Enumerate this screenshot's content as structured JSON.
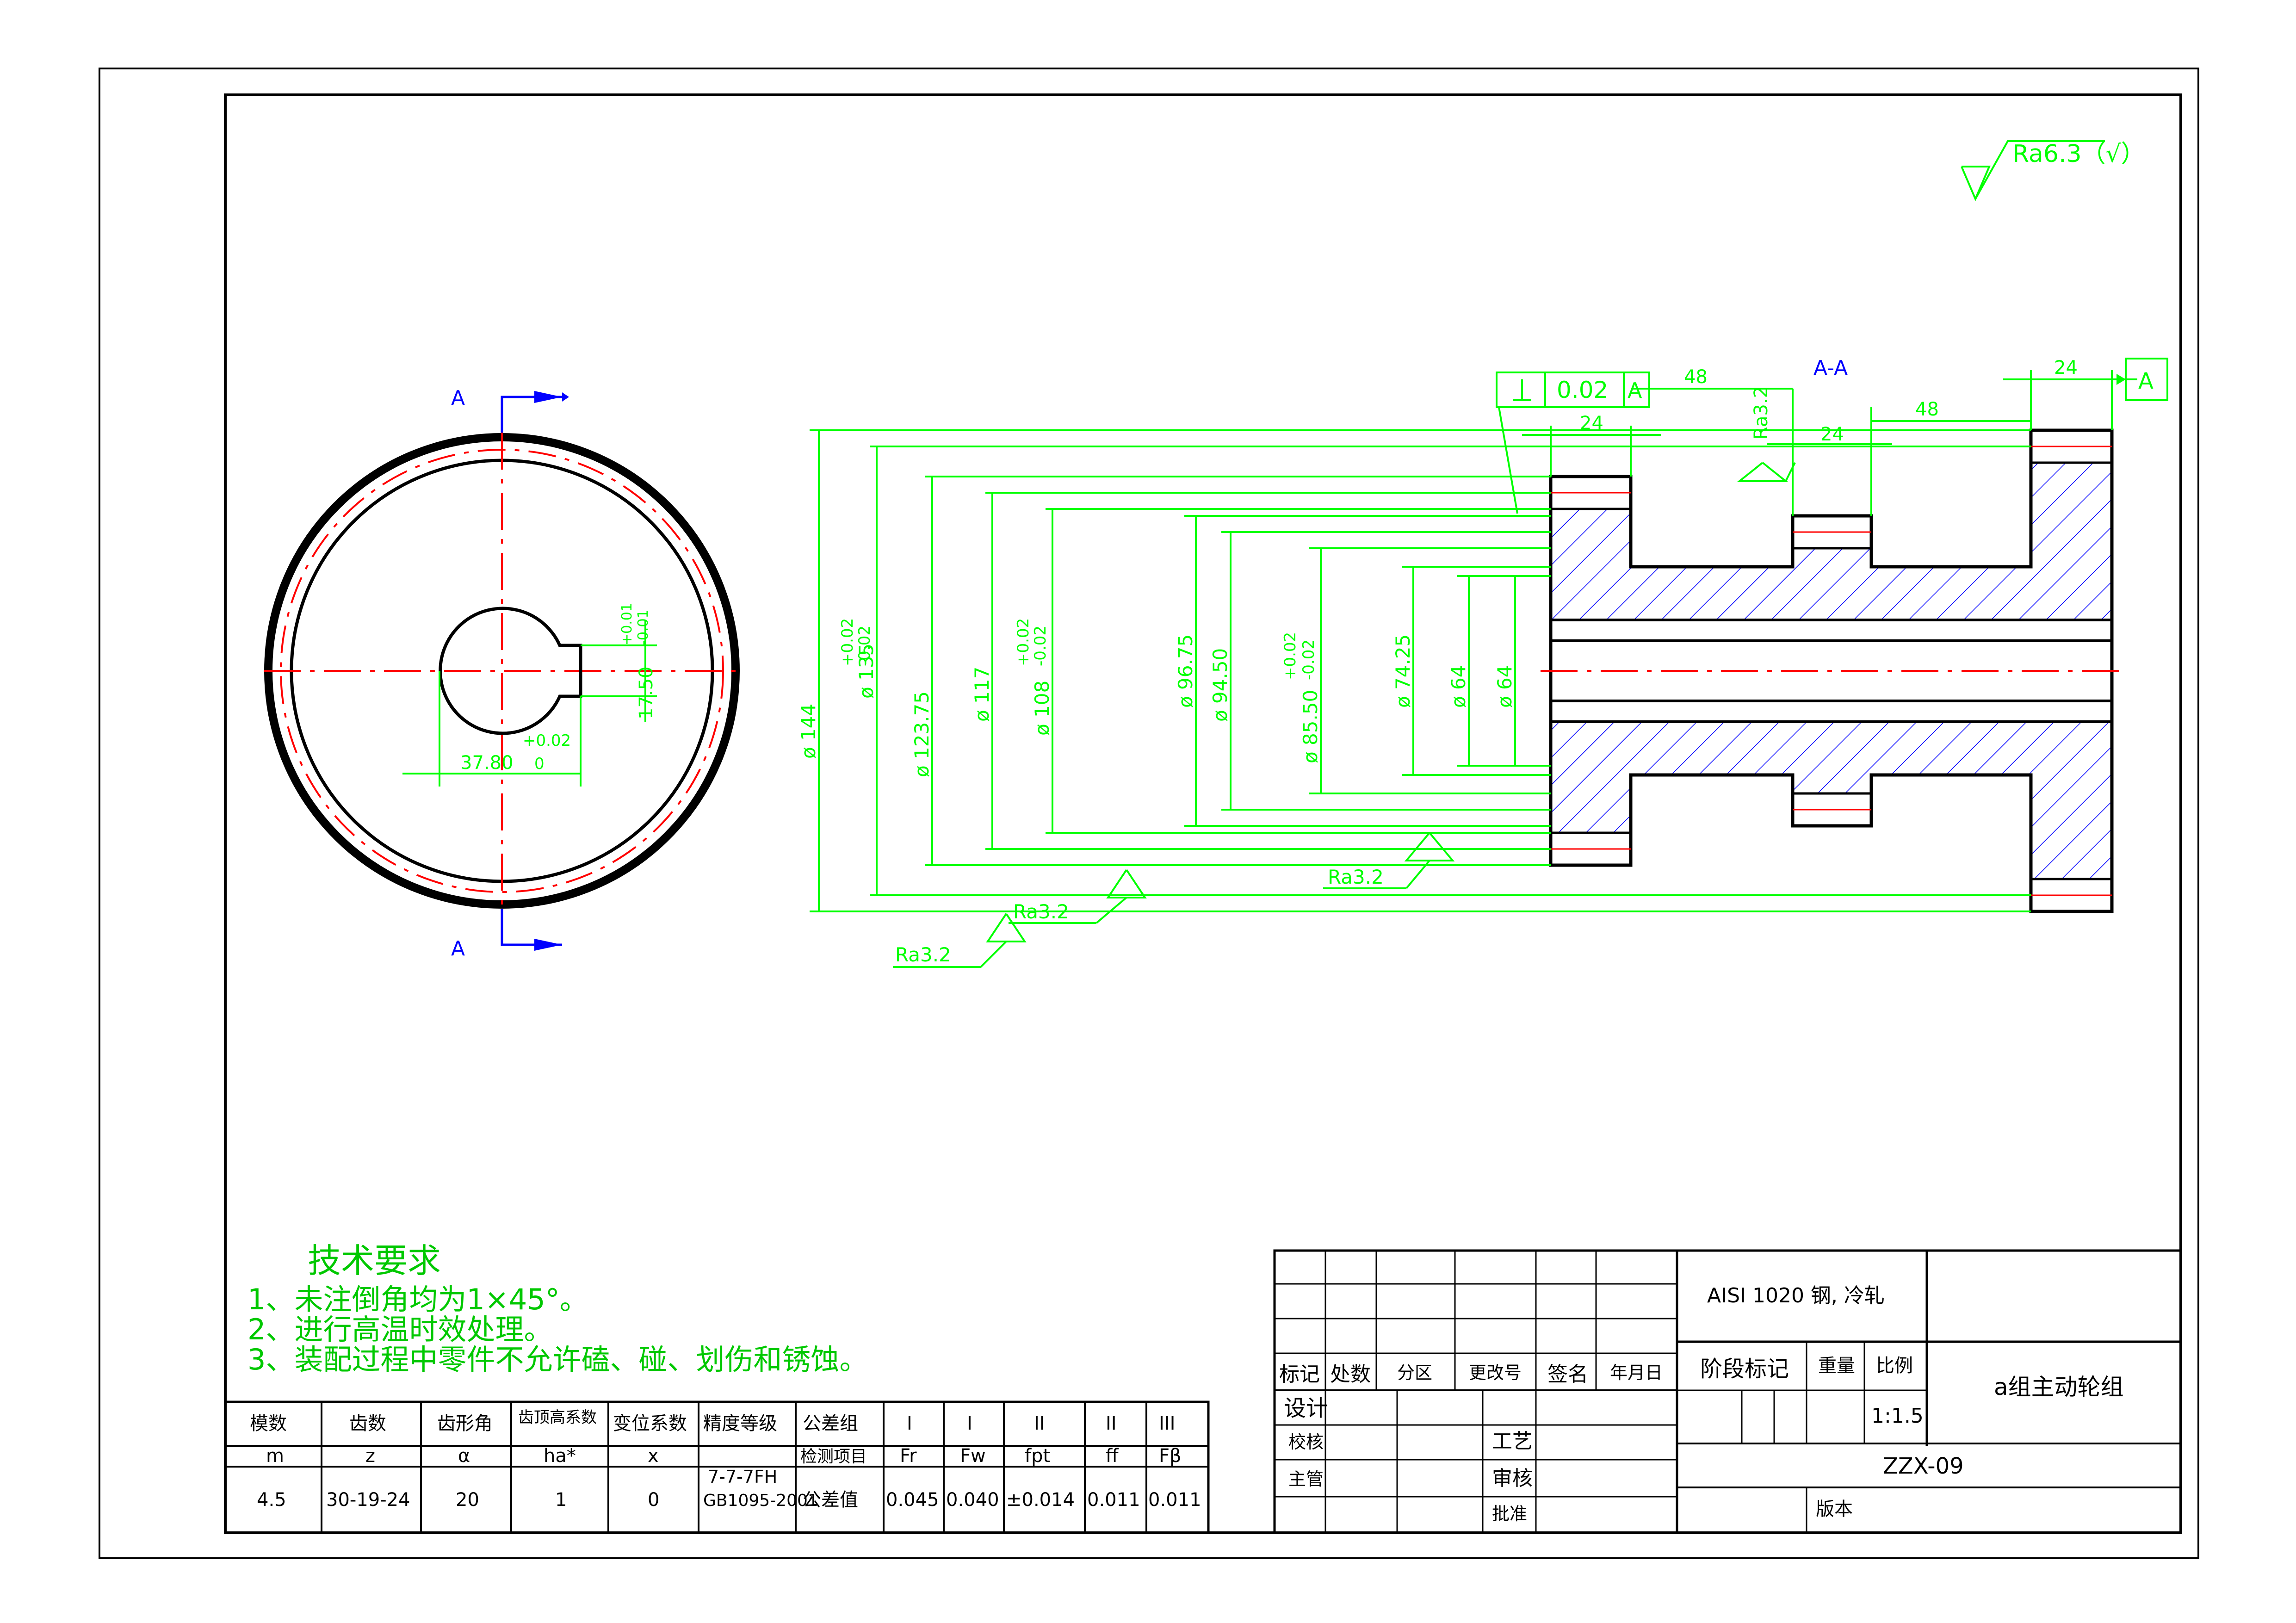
{
  "roughness": {
    "general": "Ra6.3（√）",
    "ra32": "Ra3.2"
  },
  "section": {
    "view_label": "A-A",
    "cut_letter": "A",
    "datum": "A"
  },
  "tolerance_frame": {
    "value": "0.02",
    "datum": "A"
  },
  "dims": {
    "d144": "ø 144",
    "d135": "ø 135",
    "d135_tol_up": "+0.02",
    "d135_tol_dn": "-0.02",
    "d123": "ø 123.75",
    "d117": "ø 117",
    "d108": "ø 108",
    "d108_tol_up": "+0.02",
    "d108_tol_dn": "-0.02",
    "d9675": "ø 96.75",
    "d9450": "ø 94.50",
    "d8550": "ø 85.50",
    "d8550_tol_up": "+0.02",
    "d8550_tol_dn": "-0.02",
    "d7425": "ø 74.25",
    "d64a": "ø 64",
    "d64b": "ø 64",
    "w24_left": "24",
    "w24_mid": "24",
    "w24_right": "24",
    "w48_top": "48",
    "w48_right": "48",
    "key_width": "17.50",
    "key_width_up": "+0.01",
    "key_width_dn": "-0.01",
    "key_depth": "37.80",
    "key_depth_up": "+0.02",
    "key_depth_dn": "0"
  },
  "tech_req": {
    "title": "技术要求",
    "items": [
      "1、未注倒角均为1×45°。",
      "2、进行高温时效处理。",
      "3、装配过程中零件不允许磕、碰、划伤和锈蚀。"
    ]
  },
  "gear_table": {
    "headers": [
      "模数",
      "齿数",
      "齿形角",
      "齿顶高系数",
      "变位系数",
      "精度等级",
      "公差组",
      "I",
      "I",
      "II",
      "II",
      "III"
    ],
    "symbols": [
      "m",
      "z",
      "α",
      "ha*",
      "x",
      "",
      "检测项目",
      "Fr",
      "Fw",
      "fpt",
      "ff",
      "Fβ"
    ],
    "values": [
      "4.5",
      "30-19-24",
      "20",
      "1",
      "0",
      "7-7-7FH",
      "公差值",
      "0.045",
      "0.040",
      "±0.014",
      "0.011",
      "0.011"
    ],
    "standard": "GB1095-2001"
  },
  "title_block": {
    "material": "AISI 1020 钢, 冷轧",
    "part_name": "a组主动轮组",
    "drawing_no": "ZZX-09",
    "scale": "1:1.5",
    "labels": {
      "mark": "标记",
      "count": "处数",
      "zone": "分区",
      "change_no": "更改号",
      "signature": "签名",
      "date": "年月日",
      "design": "设计",
      "check": "校核",
      "supervisor": "主管",
      "process": "工艺",
      "review": "审核",
      "approve": "批准",
      "stage_mark": "阶段标记",
      "weight": "重量",
      "ratio": "比例",
      "version": "版本"
    }
  }
}
